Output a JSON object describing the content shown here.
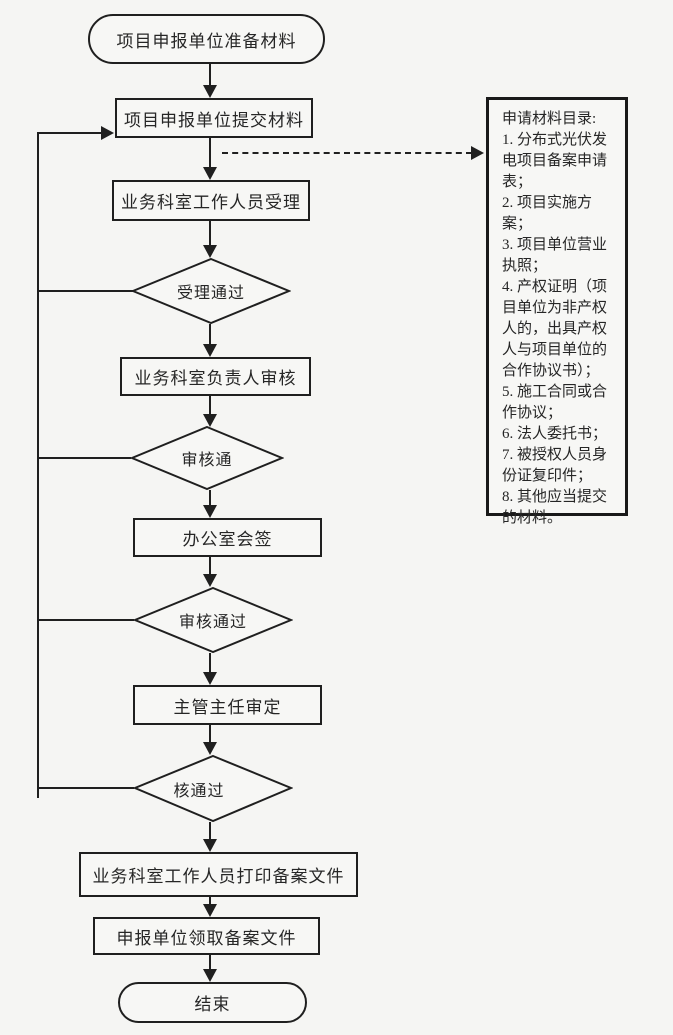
{
  "flow": {
    "nodes": [
      {
        "id": "start",
        "type": "terminator",
        "label": "项目申报单位准备材料"
      },
      {
        "id": "submit",
        "type": "process",
        "label": "项目申报单位提交材料"
      },
      {
        "id": "accept",
        "type": "process",
        "label": "业务科室工作人员受理"
      },
      {
        "id": "accept-pass",
        "type": "decision",
        "label": "受理通过"
      },
      {
        "id": "chief-review",
        "type": "process",
        "label": "业务科室负责人审核"
      },
      {
        "id": "review-pass",
        "type": "decision",
        "label": "审核通"
      },
      {
        "id": "countersign",
        "type": "process",
        "label": "办公室会签"
      },
      {
        "id": "countersign-pass",
        "type": "decision",
        "label": "审核通过"
      },
      {
        "id": "director-approve",
        "type": "process",
        "label": "主管主任审定"
      },
      {
        "id": "approve-pass",
        "type": "decision",
        "label": "核通过"
      },
      {
        "id": "print-file",
        "type": "process",
        "label": "业务科室工作人员打印备案文件"
      },
      {
        "id": "receive-file",
        "type": "process",
        "label": "申报单位领取备案文件"
      },
      {
        "id": "end",
        "type": "terminator",
        "label": "结束"
      }
    ],
    "edges": [
      {
        "from": "start",
        "to": "submit",
        "style": "solid"
      },
      {
        "from": "submit",
        "to": "accept",
        "style": "solid"
      },
      {
        "from": "submit",
        "to": "materials-list",
        "style": "dashed"
      },
      {
        "from": "accept",
        "to": "accept-pass",
        "style": "solid"
      },
      {
        "from": "accept-pass",
        "to": "chief-review",
        "style": "solid"
      },
      {
        "from": "accept-pass",
        "to": "submit",
        "style": "feedback-left"
      },
      {
        "from": "chief-review",
        "to": "review-pass",
        "style": "solid"
      },
      {
        "from": "review-pass",
        "to": "countersign",
        "style": "solid"
      },
      {
        "from": "review-pass",
        "to": "submit",
        "style": "feedback-left"
      },
      {
        "from": "countersign",
        "to": "countersign-pass",
        "style": "solid"
      },
      {
        "from": "countersign-pass",
        "to": "director-approve",
        "style": "solid"
      },
      {
        "from": "countersign-pass",
        "to": "submit",
        "style": "feedback-left"
      },
      {
        "from": "director-approve",
        "to": "approve-pass",
        "style": "solid"
      },
      {
        "from": "approve-pass",
        "to": "print-file",
        "style": "solid"
      },
      {
        "from": "approve-pass",
        "to": "submit",
        "style": "feedback-left"
      },
      {
        "from": "print-file",
        "to": "receive-file",
        "style": "solid"
      },
      {
        "from": "receive-file",
        "to": "end",
        "style": "solid"
      }
    ]
  },
  "materials": {
    "title": "申请材料目录:",
    "items": [
      "1. 分布式光伏发电项目备案申请表；",
      "2. 项目实施方案；",
      "3. 项目单位营业执照；",
      "4. 产权证明（项目单位为非产权人的，出具产权人与项目单位的合作协议书）；",
      "5. 施工合同或合作协议；",
      "6. 法人委托书；",
      "7. 被授权人员身份证复印件；",
      "8. 其他应当提交的材料。"
    ]
  },
  "colors": {
    "background": "#f5f5f3",
    "line": "#1f1f1f",
    "text": "#262626"
  }
}
